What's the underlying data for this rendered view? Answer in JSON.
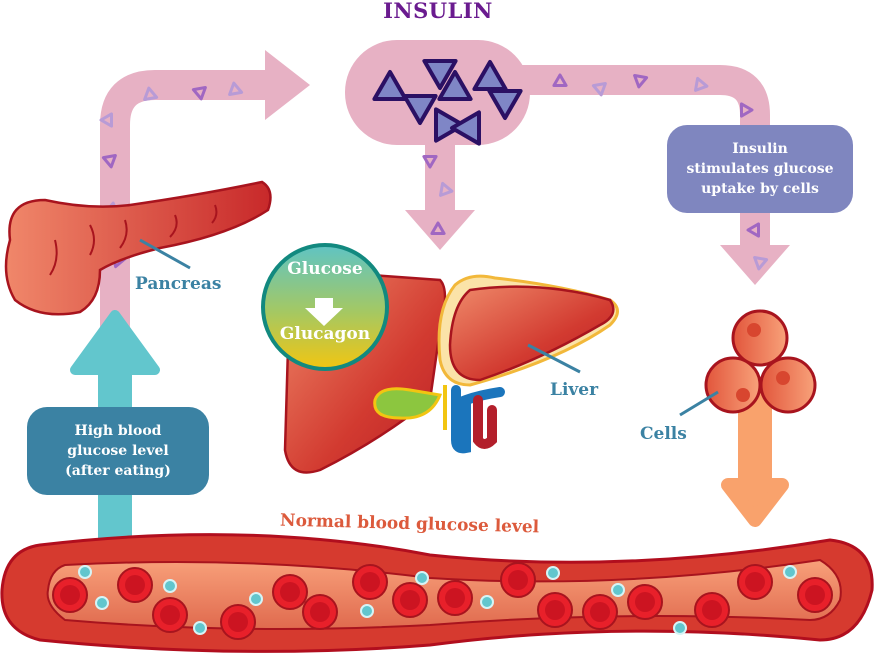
{
  "diagram": {
    "title": "INSULIN",
    "labels": {
      "pancreas": "Pancreas",
      "liver": "Liver",
      "cells": "Cells",
      "normal_level": "Normal blood glucose level"
    },
    "boxes": {
      "insulin_action": [
        "Insulin",
        "stimulates glucose",
        "uptake by cells"
      ],
      "high_glucose": [
        "High blood",
        "glucose level",
        "(after eating)"
      ]
    },
    "liver_badge": {
      "top": "Glucose",
      "bottom": "Glucagon",
      "arrow_icon": "down-arrow-icon"
    },
    "colors": {
      "insulin_title": "#6a1b8f",
      "pathway_pink": "#e7b1c4",
      "insulin_box": "#7f86bf",
      "high_glucose_box": "#3b82a3",
      "up_arrow": "#62c6cd",
      "down_arrow": "#f9a26c",
      "organ_red": "#d63a2f",
      "label_blue": "#3b82a3",
      "normal_label": "#dc5a3c"
    }
  }
}
